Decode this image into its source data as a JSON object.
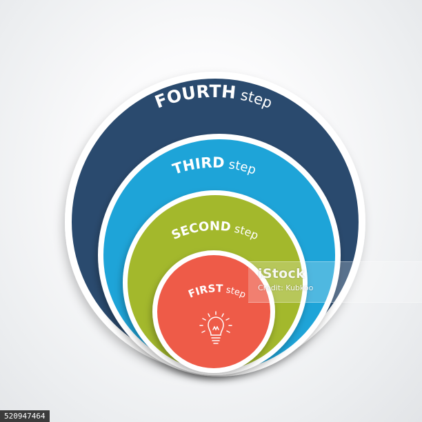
{
  "diagram": {
    "rings": [
      {
        "id": "fourth",
        "strong": "FOURTH",
        "light": " step",
        "color": "#2a4a6e"
      },
      {
        "id": "third",
        "strong": "THIRD",
        "light": " step",
        "color": "#1ea4d8"
      },
      {
        "id": "second",
        "strong": "SECOND",
        "light": " step",
        "color": "#a3b82c"
      },
      {
        "id": "first",
        "strong": "FIRST",
        "light": " step",
        "color": "#ee5b48"
      }
    ],
    "center_icon": "lightbulb-icon"
  },
  "watermark": {
    "logo": "iStock",
    "credit": "Credit: Kubkoo"
  },
  "image_id": "520947464"
}
